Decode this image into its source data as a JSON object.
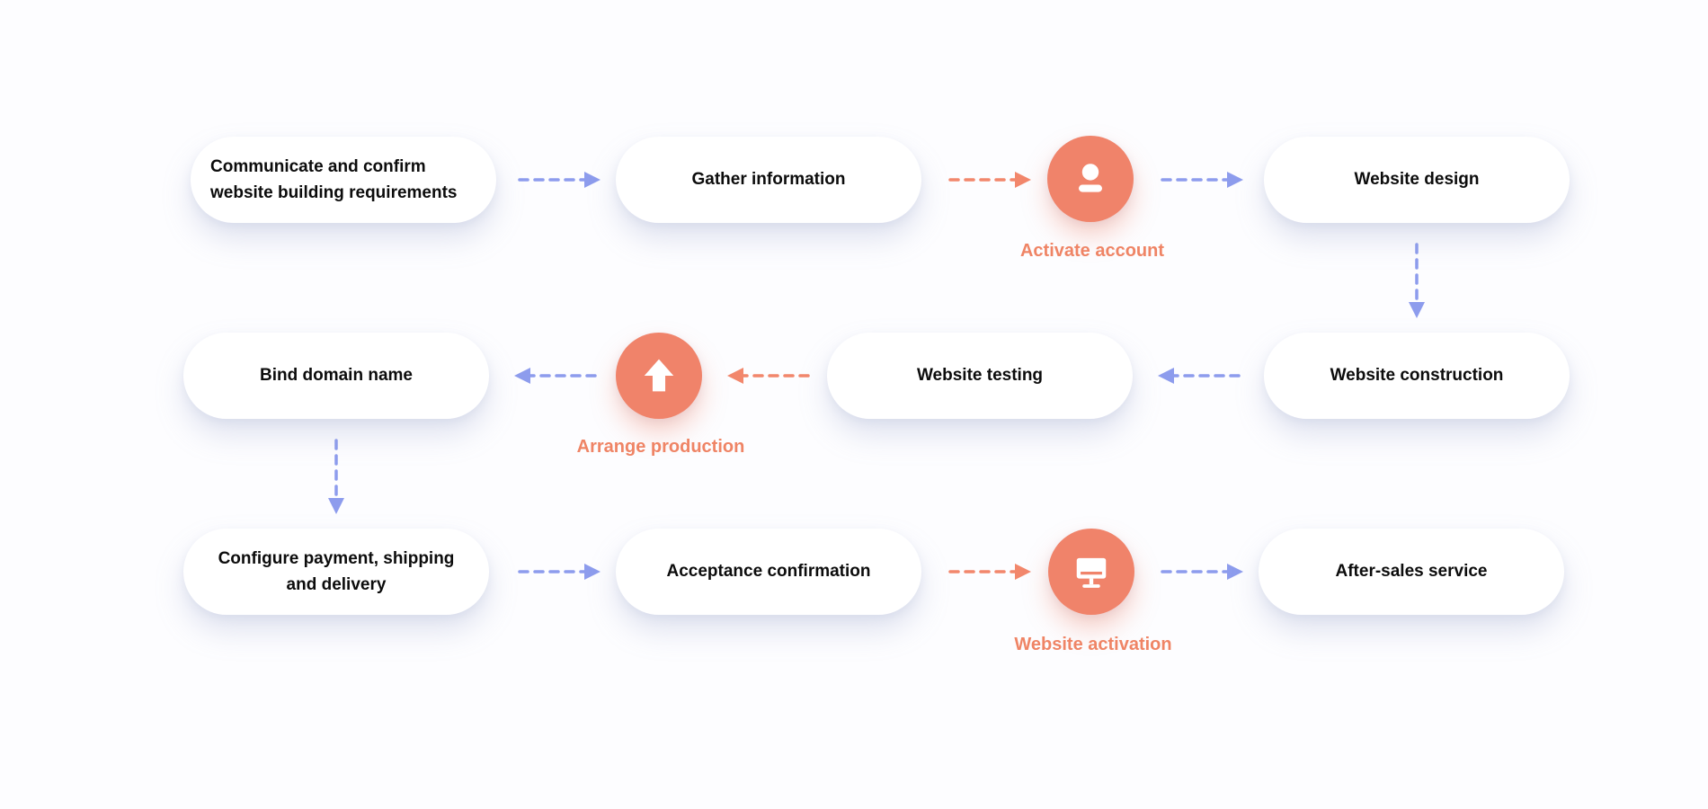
{
  "theme": {
    "background": "#fdfdff",
    "pill_bg": "#ffffff",
    "text_color": "#0c0c0c",
    "accent_blue": "#8d9ced",
    "accent_orange": "#f2876c",
    "circle_fill": "#f0836a",
    "label_orange": "#ef8465"
  },
  "nodes": [
    {
      "id": "communicate",
      "label": "Communicate and confirm website building requirements"
    },
    {
      "id": "gather",
      "label": "Gather information"
    },
    {
      "id": "design",
      "label": "Website design"
    },
    {
      "id": "construction",
      "label": "Website construction"
    },
    {
      "id": "testing",
      "label": "Website testing"
    },
    {
      "id": "bind-domain",
      "label": "Bind domain name"
    },
    {
      "id": "configure",
      "label": "Configure payment, shipping and delivery"
    },
    {
      "id": "acceptance",
      "label": "Acceptance confirmation"
    },
    {
      "id": "after-sales",
      "label": "After-sales service"
    }
  ],
  "milestones": [
    {
      "id": "activate-account",
      "label": "Activate account",
      "icon": "user-icon"
    },
    {
      "id": "arrange-production",
      "label": "Arrange production",
      "icon": "upload-icon"
    },
    {
      "id": "website-activation",
      "label": "Website activation",
      "icon": "monitor-icon"
    }
  ]
}
